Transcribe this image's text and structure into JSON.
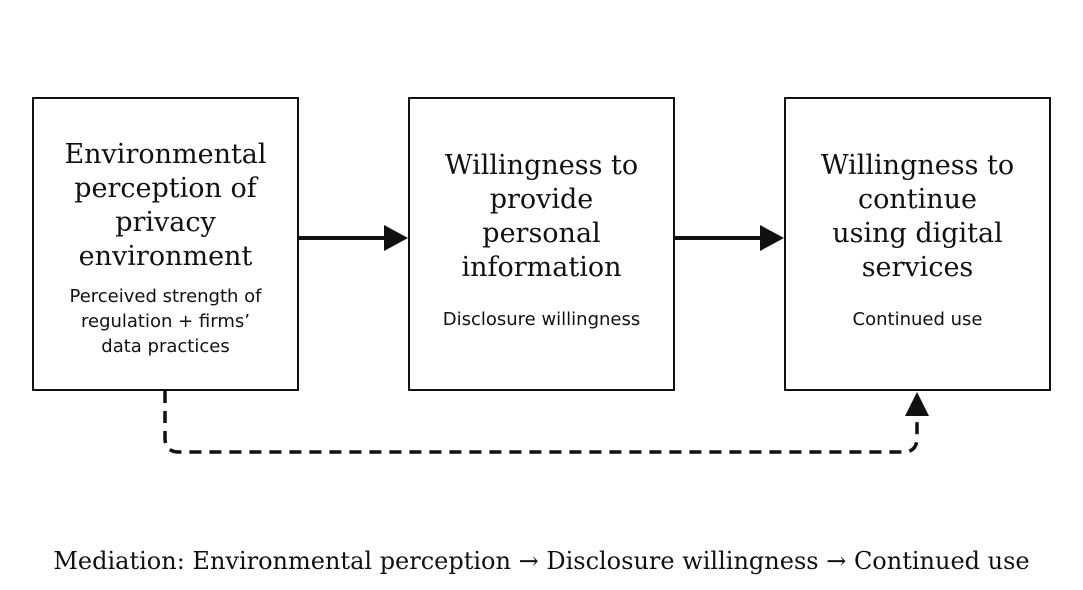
{
  "boxes": [
    {
      "title": "Environmental\nperception of\nprivacy\nenvironment",
      "subtitle": "Perceived strength of\nregulation + firms’\ndata practices"
    },
    {
      "title": "Willingness to\nprovide\npersonal\ninformation",
      "subtitle": "Disclosure willingness"
    },
    {
      "title": "Willingness to\ncontinue\nusing digital\nservices",
      "subtitle": "Continued use"
    }
  ],
  "caption": "Mediation: Environmental perception → Disclosure willingness → Continued use"
}
